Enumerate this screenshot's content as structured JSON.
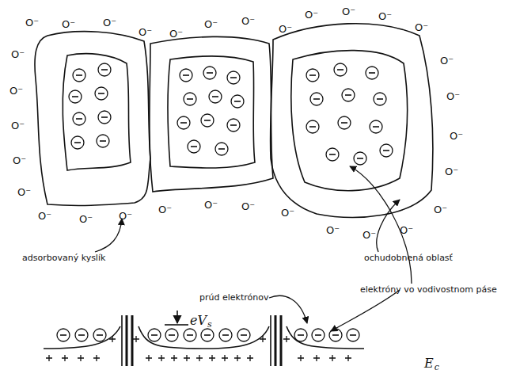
{
  "diagram": {
    "labels": [
      "O⁻",
      "O⁻",
      "O⁻",
      "O⁻",
      "O⁻",
      "O⁻",
      "O⁻",
      "O⁻",
      "O⁻",
      "O⁻",
      "O⁻",
      "O⁻",
      "O⁻",
      "O⁻",
      "O⁻",
      "O⁻",
      "O⁻",
      "O⁻",
      "O⁻",
      "O⁻",
      "O⁻",
      "O⁻",
      "O⁻",
      "O⁻",
      "O⁻",
      "O⁻",
      "O⁻",
      "O⁻",
      "O⁻",
      "O⁻",
      "O⁻",
      "O⁻",
      "adsorbovaný kyslík",
      "ochudobnená oblasť",
      "prúd elektrónov",
      "elektróny vo vodivostnom páse",
      "eV",
      "s",
      "E",
      "c"
    ]
  }
}
